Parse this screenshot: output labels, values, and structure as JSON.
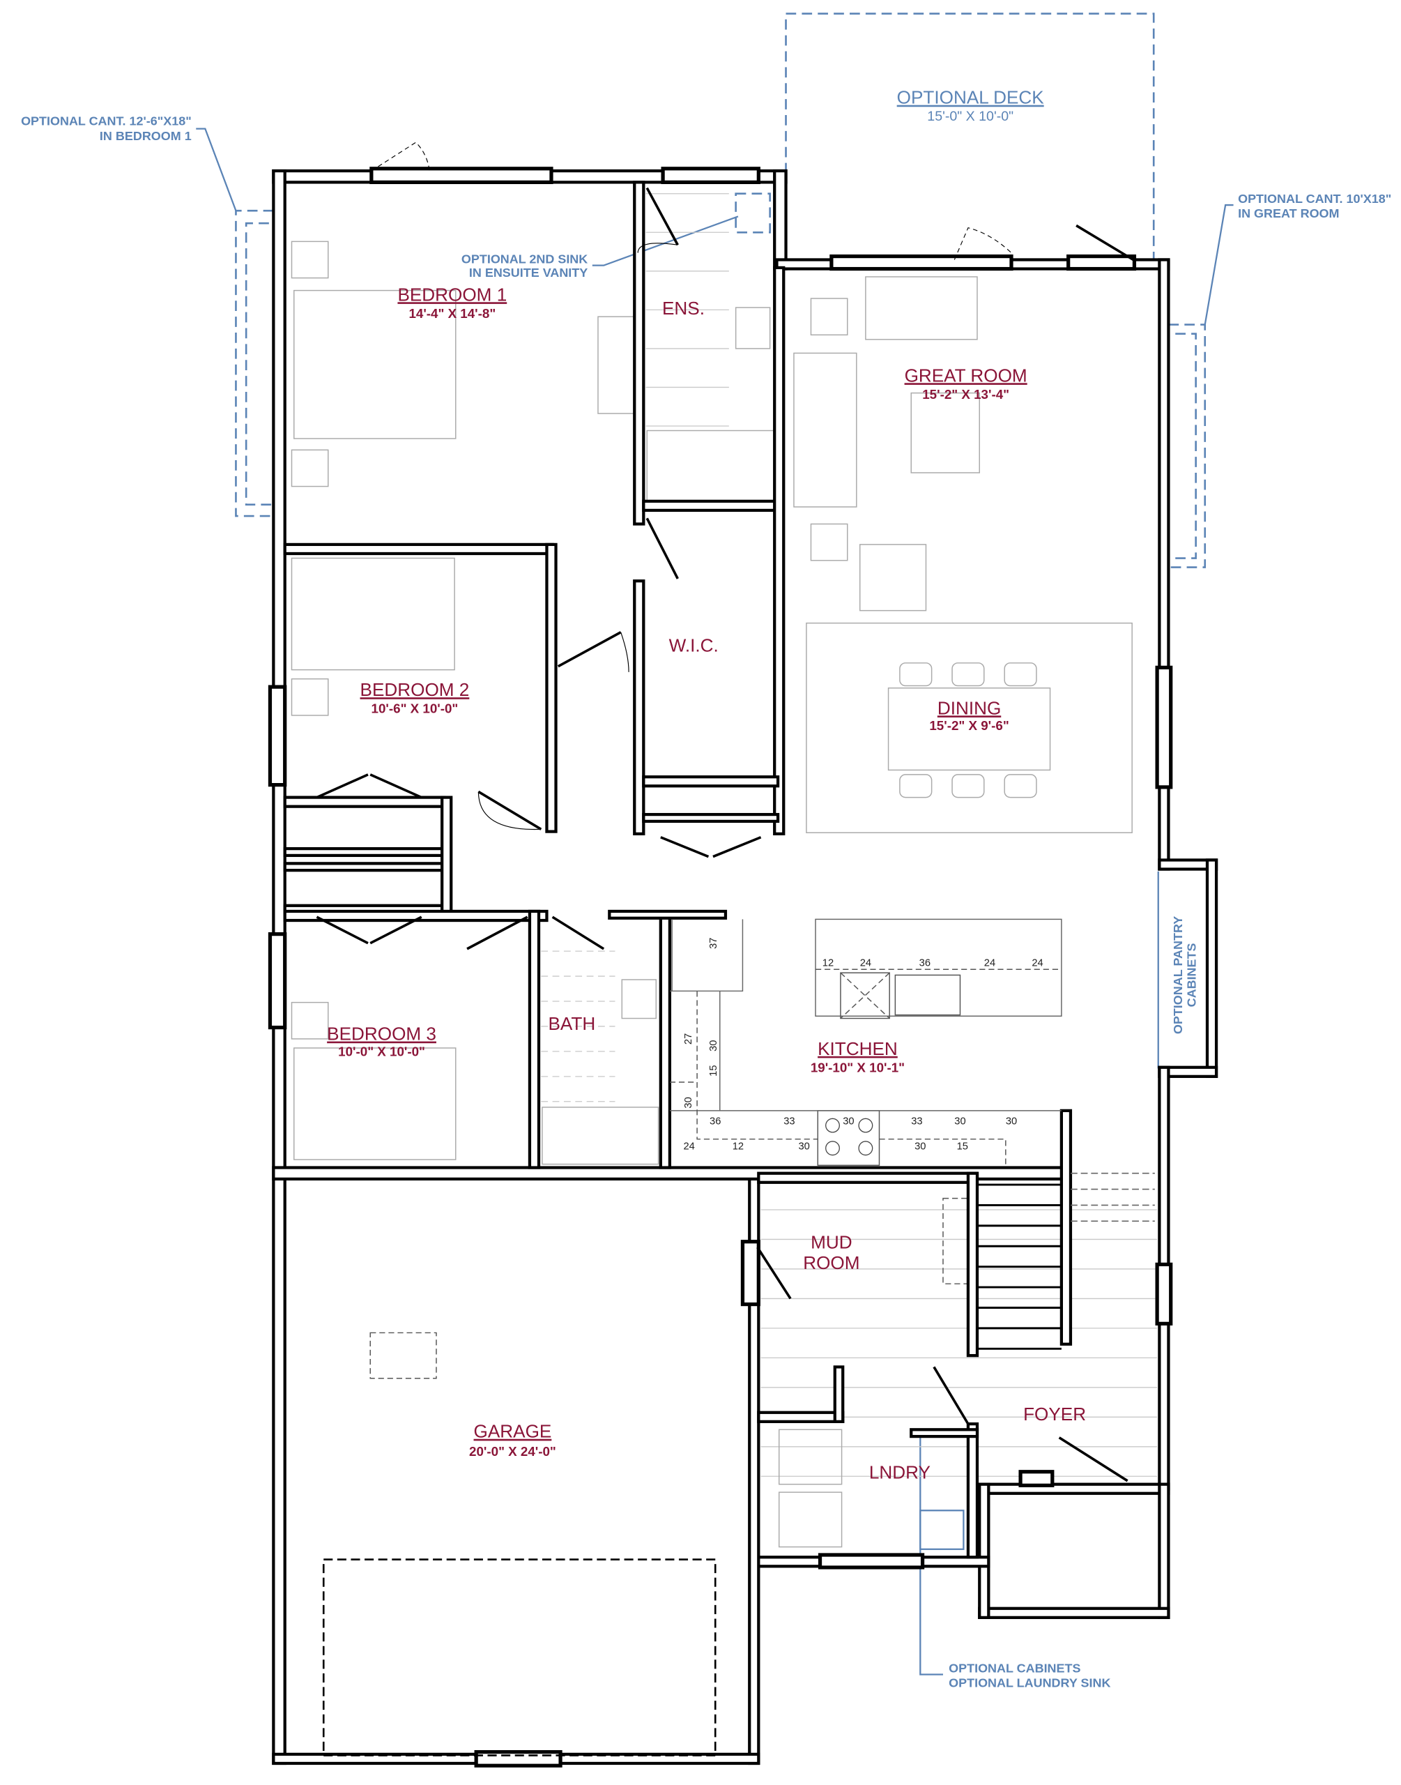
{
  "rooms": {
    "bedroom1": {
      "name": "BEDROOM 1",
      "dims": "14'-4\" X 14'-8\""
    },
    "bedroom2": {
      "name": "BEDROOM 2",
      "dims": "10'-6\" X 10'-0\""
    },
    "bedroom3": {
      "name": "BEDROOM 3",
      "dims": "10'-0\" X 10'-0\""
    },
    "ensuite": {
      "name": "ENS."
    },
    "wic": {
      "name": "W.I.C."
    },
    "bath": {
      "name": "BATH"
    },
    "great_room": {
      "name": "GREAT ROOM",
      "dims": "15'-2\" X 13'-4\""
    },
    "dining": {
      "name": "DINING",
      "dims": "15'-2\" X 9'-6\""
    },
    "kitchen": {
      "name": "KITCHEN",
      "dims": "19'-10\" X 10'-1\""
    },
    "mud_room": {
      "line1": "MUD",
      "line2": "ROOM"
    },
    "laundry": {
      "name": "LNDRY"
    },
    "foyer": {
      "name": "FOYER"
    },
    "garage": {
      "name": "GARAGE",
      "dims": "20'-0\" X 24'-0\""
    }
  },
  "options": {
    "deck": {
      "name": "OPTIONAL DECK",
      "dims": "15'-0\" X 10'-0\""
    },
    "cant_bedroom1": {
      "line1": "OPTIONAL CANT. 12'-6\"X18\"",
      "line2": "IN BEDROOM 1"
    },
    "cant_great_room": {
      "line1": "OPTIONAL CANT. 10'X18\"",
      "line2": "IN GREAT ROOM"
    },
    "second_sink": {
      "line1": "OPTIONAL 2ND SINK",
      "line2": "IN ENSUITE VANITY"
    },
    "pantry": {
      "line1": "OPTIONAL PANTRY",
      "line2": "CABINETS"
    },
    "laundry": {
      "line1": "OPTIONAL CABINETS",
      "line2": "OPTIONAL LAUNDRY SINK"
    }
  },
  "kitchen_cabinets": {
    "island": [
      "12",
      "24",
      "36",
      "24",
      "24"
    ],
    "base_run": [
      "36",
      "33",
      "30",
      "33",
      "30",
      "30"
    ],
    "upper_run": [
      "24",
      "12",
      "30",
      "30",
      "15"
    ],
    "side_run": [
      "37",
      "27",
      "30",
      "15",
      "30"
    ]
  },
  "colors": {
    "room_label": "#8a1538",
    "optional": "#5b84b6",
    "wall": "#000000"
  }
}
